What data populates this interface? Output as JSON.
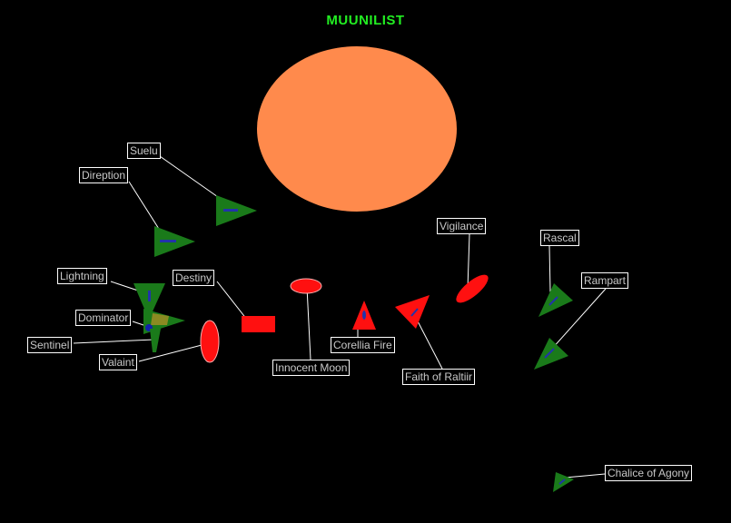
{
  "map": {
    "title": "MUUNILIST"
  },
  "colors": {
    "planet": "#ff8a4c",
    "friendly": "#1a7a1a",
    "enemy": "#ff1010",
    "title": "#22ee22"
  },
  "ships": [
    {
      "name": "Suelu",
      "side": "friendly"
    },
    {
      "name": "Direption",
      "side": "friendly"
    },
    {
      "name": "Lightning",
      "side": "friendly"
    },
    {
      "name": "Destiny",
      "side": "enemy"
    },
    {
      "name": "Dominator",
      "side": "friendly"
    },
    {
      "name": "Sentinel",
      "side": "friendly"
    },
    {
      "name": "Valaint",
      "side": "enemy"
    },
    {
      "name": "Innocent Moon",
      "side": "enemy"
    },
    {
      "name": "Corellia Fire",
      "side": "enemy"
    },
    {
      "name": "Faith of Raltiir",
      "side": "enemy"
    },
    {
      "name": "Vigilance",
      "side": "enemy"
    },
    {
      "name": "Rascal",
      "side": "friendly"
    },
    {
      "name": "Rampart",
      "side": "friendly"
    },
    {
      "name": "Chalice of Agony",
      "side": "friendly"
    }
  ]
}
